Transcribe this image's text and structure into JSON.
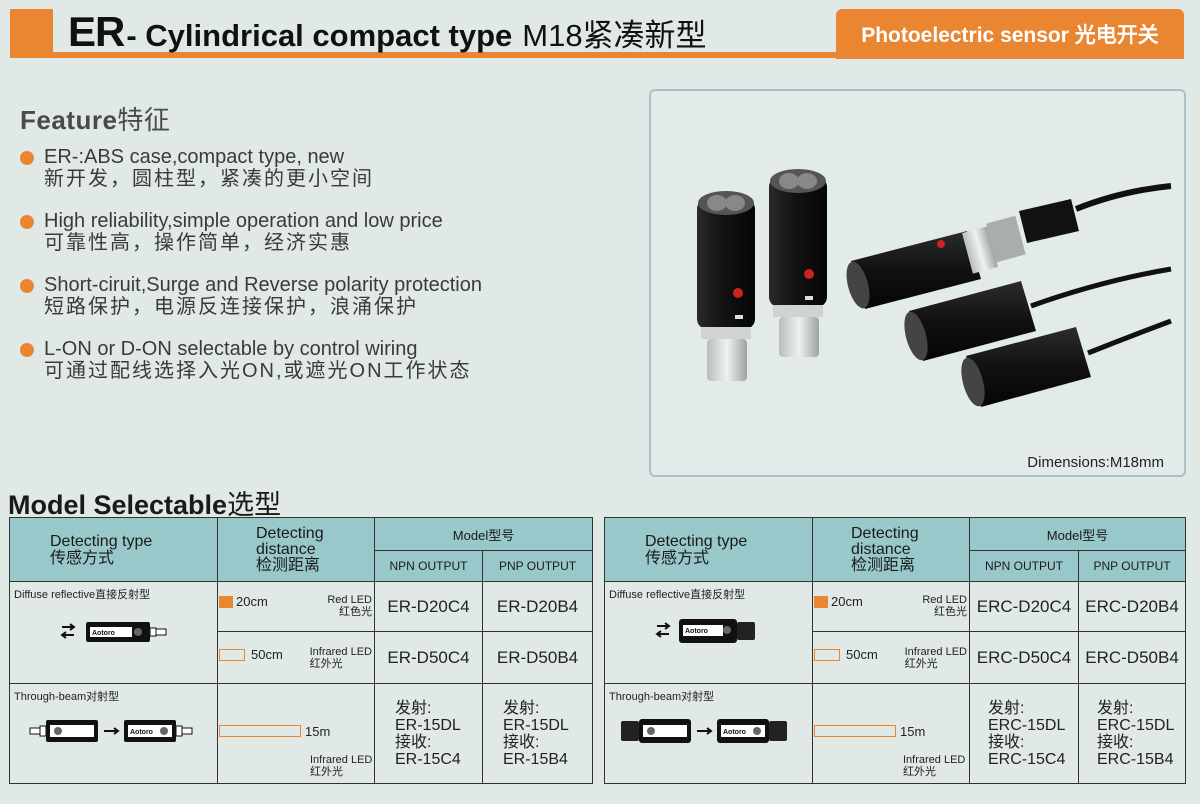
{
  "header": {
    "series": "ER",
    "title_en": "- Cylindrical compact type",
    "title_cn": "M18紧凑新型",
    "badge": "Photoelectric sensor 光电开关"
  },
  "colors": {
    "accent": "#ea8632",
    "table_header": "#99c8cb",
    "background": "#e1e9e7"
  },
  "features": {
    "title_en": "Feature",
    "title_cn": "特征",
    "items": [
      {
        "en": "ER-:ABS case,compact type, new",
        "zh": "新开发，圆柱型，紧凑的更小空间"
      },
      {
        "en": "High reliability,simple operation and low price",
        "zh": "可靠性高，操作简单，经济实惠"
      },
      {
        "en": "Short-ciruit,Surge and Reverse polarity protection",
        "zh": "短路保护，电源反连接保护，浪涌保护"
      },
      {
        "en": "L-ON or D-ON selectable by control wiring",
        "zh": "可通过配线选择入光ON,或遮光ON工作状态"
      }
    ]
  },
  "photo": {
    "caption": "Dimensions:M18mm"
  },
  "model_selectable": {
    "title_en": "Model Selectable",
    "title_cn": "选型",
    "headers": {
      "type_en": "Detecting type",
      "type_cn": "传感方式",
      "dist_en1": "Detecting",
      "dist_en2": "distance",
      "dist_cn": "检测距离",
      "model": "Model型号",
      "npn": "NPN OUTPUT",
      "pnp": "PNP OUTPUT"
    },
    "tables": [
      {
        "diffuse_label": "Diffuse reflective直接反射型",
        "through_label": "Through-beam对射型",
        "rows": [
          {
            "distance": "20cm",
            "led_en": "Red LED",
            "led_cn": "红色光",
            "npn": "ER-D20C4",
            "pnp": "ER-D20B4"
          },
          {
            "distance": "50cm",
            "led_en": "Infrared LED",
            "led_cn": "红外光",
            "npn": "ER-D50C4",
            "pnp": "ER-D50B4"
          }
        ],
        "through": {
          "distance": "15m",
          "led_en": "Infrared LED",
          "led_cn": "红外光",
          "emit_label": "发射:",
          "recv_label": "接收:",
          "npn_emit": "ER-15DL",
          "npn_recv": "ER-15C4",
          "pnp_emit": "ER-15DL",
          "pnp_recv": "ER-15B4"
        }
      },
      {
        "diffuse_label": "Diffuse reflective直接反射型",
        "through_label": "Through-beam对射型",
        "rows": [
          {
            "distance": "20cm",
            "led_en": "Red LED",
            "led_cn": "红色光",
            "npn": "ERC-D20C4",
            "pnp": "ERC-D20B4"
          },
          {
            "distance": "50cm",
            "led_en": "Infrared LED",
            "led_cn": "红外光",
            "npn": "ERC-D50C4",
            "pnp": "ERC-D50B4"
          }
        ],
        "through": {
          "distance": "15m",
          "led_en": "Infrared LED",
          "led_cn": "红外光",
          "emit_label": "发射:",
          "recv_label": "接收:",
          "npn_emit": "ERC-15DL",
          "npn_recv": "ERC-15C4",
          "pnp_emit": "ERC-15DL",
          "pnp_recv": "ERC-15B4"
        }
      }
    ],
    "icon_brand": "Aotoro"
  }
}
